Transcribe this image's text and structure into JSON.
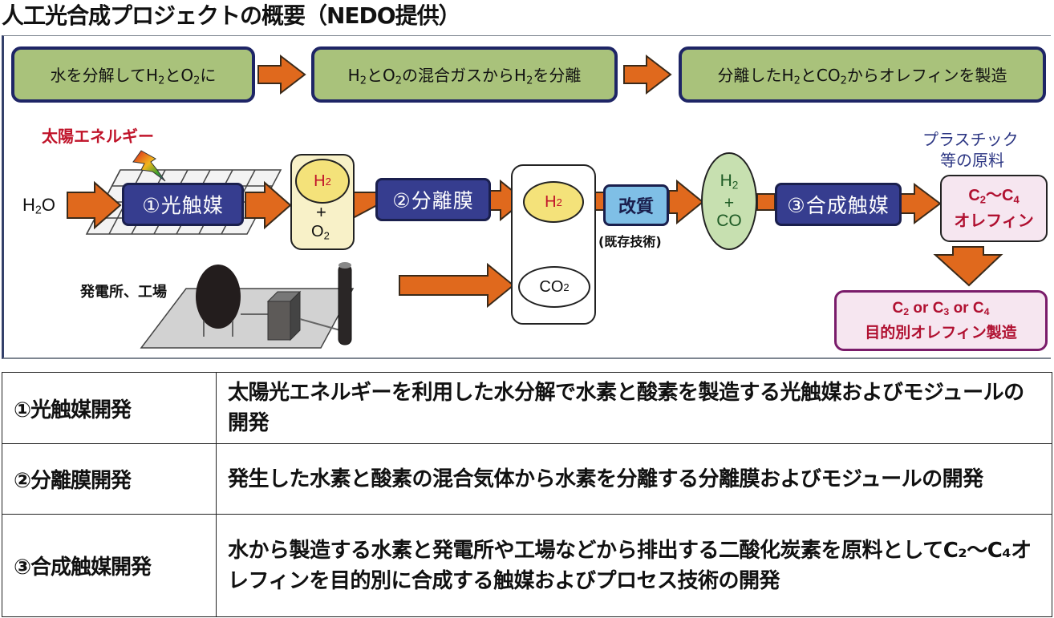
{
  "title": "人工光合成プロジェクトの概要（NEDO提供）",
  "colors": {
    "step_fill": "#a9c27b",
    "step_border": "#1e2566",
    "arrow": "#e0691d",
    "catalyst_fill": "#363d8f",
    "reform_fill": "#7fbfe6",
    "h2_fill": "#f4e27a",
    "syngas_fill": "#c7e0b0",
    "olefin_fill": "#f6e6f0",
    "olefin_border": "#7a1c6a",
    "red_text": "#c0142a",
    "navy_text": "#2c3683"
  },
  "steps": [
    {
      "pre": "水を分解して",
      "a": "H",
      "a_sub": "2",
      "mid": "とO",
      "b_sub": "2",
      "post": "に"
    },
    {
      "pre": "",
      "a": "H",
      "a_sub": "2",
      "mid": "とO",
      "b_sub": "2",
      "post": "の混合ガスからH",
      "c_sub": "2",
      "tail": "を分離"
    },
    {
      "pre": "分離した",
      "a": "H",
      "a_sub": "2",
      "mid": "とCO",
      "b_sub": "2",
      "post": "からオレフィンを製造"
    }
  ],
  "diagram": {
    "solar_label": "太陽エネルギー",
    "input_h2o": {
      "main": "H",
      "sub": "2",
      "tail": "O"
    },
    "catalyst1": "①光触媒",
    "product1": {
      "h": "H",
      "h_sub": "2",
      "plus": "+",
      "o": "O",
      "o_sub": "2"
    },
    "catalyst2": "②分離膜",
    "sep_h2": {
      "main": "H",
      "sub": "2"
    },
    "sep_co2": {
      "main": "CO",
      "sub": "2"
    },
    "reform": "改質",
    "reform_note": "(既存技術)",
    "syngas": {
      "h": "H",
      "h_sub": "2",
      "plus": "+",
      "co": "CO"
    },
    "catalyst3": "③合成触媒",
    "plastic_label_1": "プラスチック",
    "plastic_label_2": "等の原料",
    "olefin": {
      "c1": "C",
      "c1_sub": "2",
      "tilde": "〜",
      "c2": "C",
      "c2_sub": "4",
      "line2": "オレフィン"
    },
    "target": {
      "c1": "C",
      "c1_sub": "2",
      "or1": " or ",
      "c2": "C",
      "c2_sub": "3",
      "or2": " or ",
      "c3": "C",
      "c3_sub": "4",
      "line2": "目的別オレフィン製造"
    },
    "plant_label": "発電所、工場"
  },
  "table": [
    {
      "key": "①光触媒開発",
      "value": "太陽光エネルギーを利用した水分解で水素と酸素を製造する光触媒およびモジュールの開発"
    },
    {
      "key": "②分離膜開発",
      "value": "発生した水素と酸素の混合気体から水素を分離する分離膜およびモジュールの開発"
    },
    {
      "key": "③合成触媒開発",
      "value": "水から製造する水素と発電所や工場などから排出する二酸化炭素を原料としてC₂〜C₄オレフィンを目的別に合成する触媒およびプロセス技術の開発"
    }
  ]
}
